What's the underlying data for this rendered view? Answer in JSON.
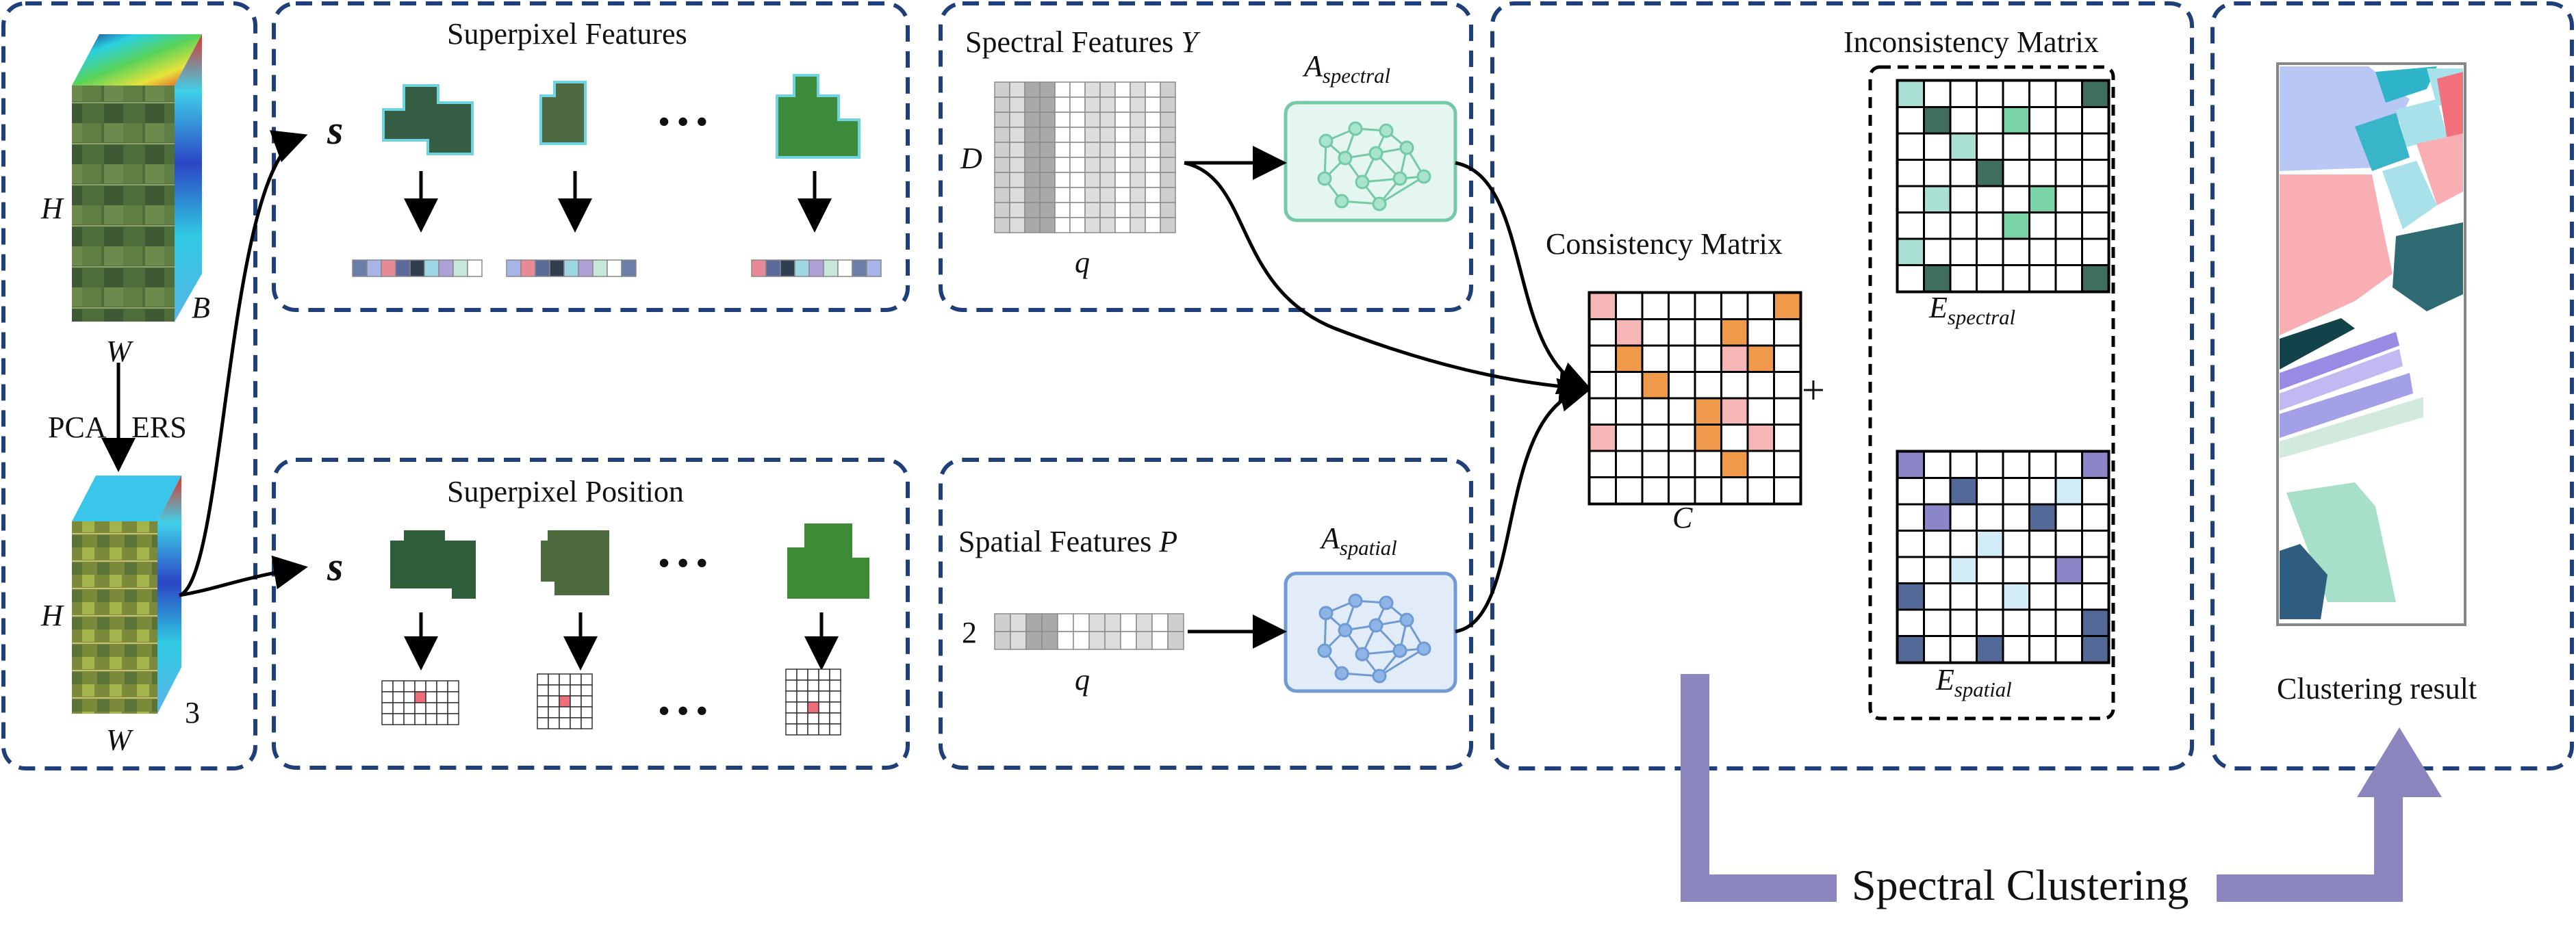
{
  "colors": {
    "panel_border": "#1f3f7a",
    "arrow": "#000000",
    "spectral_graph_fill": "#e4f6ef",
    "spectral_graph_stroke": "#74c9a6",
    "spatial_graph_fill": "#e1ecf8",
    "spatial_graph_stroke": "#6f9ad3",
    "consistency_orange": "#ee9a4a",
    "consistency_pink": "#f6b6b6",
    "spectral_clustering_arrow": "#8c86be",
    "superpixel_green": "#3e6f48"
  },
  "panel_input": {
    "cube_top": {
      "dim_h": "H",
      "dim_w": "W",
      "dim_b": "B"
    },
    "pca_label": "PCA",
    "ers_label": "ERS",
    "cube_bottom": {
      "dim_h": "H",
      "dim_w": "W",
      "dim_3": "3"
    }
  },
  "panel_superpixel_features": {
    "title": "Superpixel Features",
    "symbol": "s",
    "ellipsis": "• • •"
  },
  "panel_superpixel_position": {
    "title": "Superpixel Position",
    "symbol": "s",
    "ellipsis": "• • •"
  },
  "panel_spectral_features": {
    "title_text": "Spectral Features ",
    "title_var": "Y",
    "row_label": "D",
    "col_label": "q",
    "graph_label_main": "A",
    "graph_label_sub": "spectral"
  },
  "panel_spatial_features": {
    "title_text": "Spatial Features ",
    "title_var": "P",
    "row_label": "2",
    "col_label": "q",
    "graph_label_main": "A",
    "graph_label_sub": "spatial"
  },
  "panel_matrices": {
    "consistency_title": "Consistency Matrix",
    "consistency_symbol": "C",
    "plus": "+",
    "inconsistency_title": "Inconsistency Matrix",
    "e_spectral_main": "E",
    "e_spectral_sub": "spectral",
    "e_spatial_main": "E",
    "e_spatial_sub": "spatial"
  },
  "panel_result": {
    "label": "Clustering result"
  },
  "spectral_clustering_label": "Spectral Clustering"
}
